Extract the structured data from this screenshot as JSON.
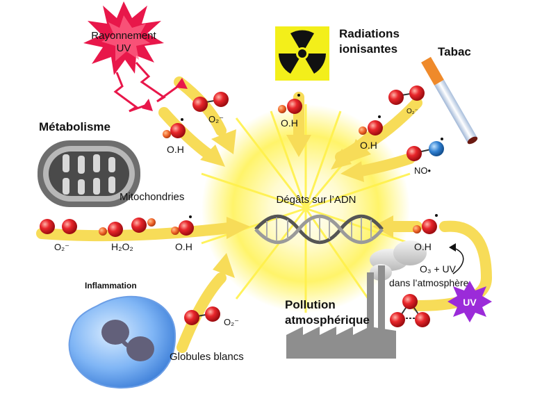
{
  "center": {
    "label": "Dégâts sur l’ADN"
  },
  "sources": {
    "uv": {
      "label_line1": "Rayonnement",
      "label_line2": "UV"
    },
    "radiation": {
      "label_line1": "Radiations",
      "label_line2": "ionisantes"
    },
    "tobacco": {
      "label": "Tabac"
    },
    "metabolism": {
      "title": "Métabolisme",
      "organelle": "Mitochondries"
    },
    "inflammation": {
      "title": "Inflammation",
      "cell": "Globules blancs"
    },
    "pollution": {
      "title_line1": "Pollution",
      "title_line2": "atmosphérique",
      "badge": "UV",
      "reaction_line1": "O₃ + UV",
      "reaction_line2": "dans l’atmosphère"
    }
  },
  "species": {
    "uv_o2": "O₂⁻",
    "uv_oh": "O.H",
    "radiation_oh": "O.H",
    "tobacco_o2": "O₂⁻",
    "tobacco_oh": "O.H",
    "tobacco_no": "NO•",
    "metab_o2": "O₂⁻",
    "metab_h2o2": "H₂O₂",
    "metab_oh": "O.H",
    "inflam_o2": "O₂⁻",
    "pollution_oh": "O.H"
  },
  "colors": {
    "arrow": "#f7dc58",
    "glow": "#fff200",
    "oxygen": "#e8262b",
    "hydrogen": "#f0642a",
    "nitrogen": "#2f7fd1",
    "uv_star": "#e8174a",
    "badge": "#9b2bd9",
    "cell": "#5b9cf0",
    "radiation_bg": "#f3ef1a"
  }
}
